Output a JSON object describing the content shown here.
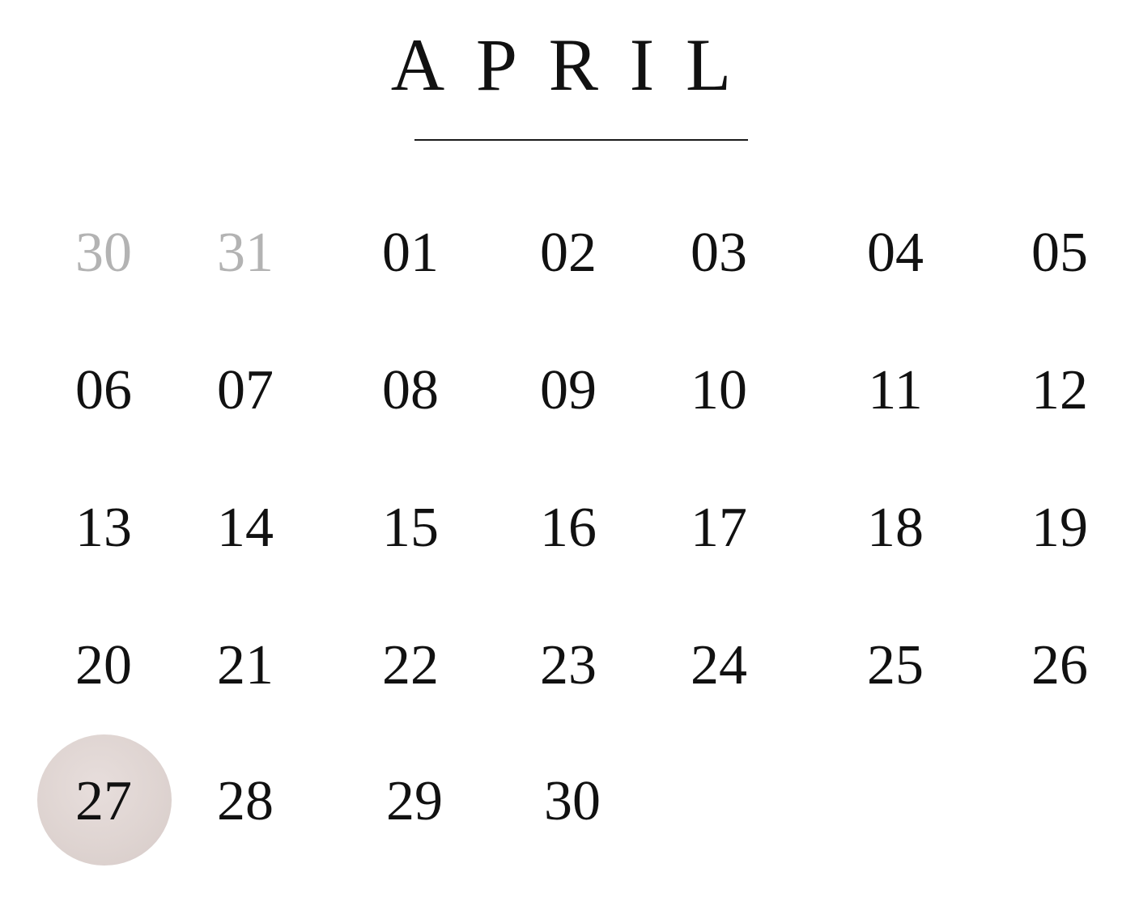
{
  "month": "APRIL",
  "colors": {
    "text": "#111111",
    "muted": "#b3b3b3",
    "highlight": "#ddd2cf"
  },
  "weeks": [
    [
      {
        "label": "30",
        "muted": true
      },
      {
        "label": "31",
        "muted": true
      },
      {
        "label": "01"
      },
      {
        "label": "02"
      },
      {
        "label": "03"
      },
      {
        "label": "04"
      },
      {
        "label": "05"
      }
    ],
    [
      {
        "label": "06"
      },
      {
        "label": "07"
      },
      {
        "label": "08"
      },
      {
        "label": "09"
      },
      {
        "label": "10"
      },
      {
        "label": "11"
      },
      {
        "label": "12"
      }
    ],
    [
      {
        "label": "13"
      },
      {
        "label": "14"
      },
      {
        "label": "15"
      },
      {
        "label": "16"
      },
      {
        "label": "17"
      },
      {
        "label": "18"
      },
      {
        "label": "19"
      }
    ],
    [
      {
        "label": "20"
      },
      {
        "label": "21"
      },
      {
        "label": "22"
      },
      {
        "label": "23"
      },
      {
        "label": "24"
      },
      {
        "label": "25"
      },
      {
        "label": "26"
      }
    ],
    [
      {
        "label": "27",
        "highlighted": true
      },
      {
        "label": "28"
      },
      {
        "label": "29"
      },
      {
        "label": "30"
      }
    ]
  ]
}
